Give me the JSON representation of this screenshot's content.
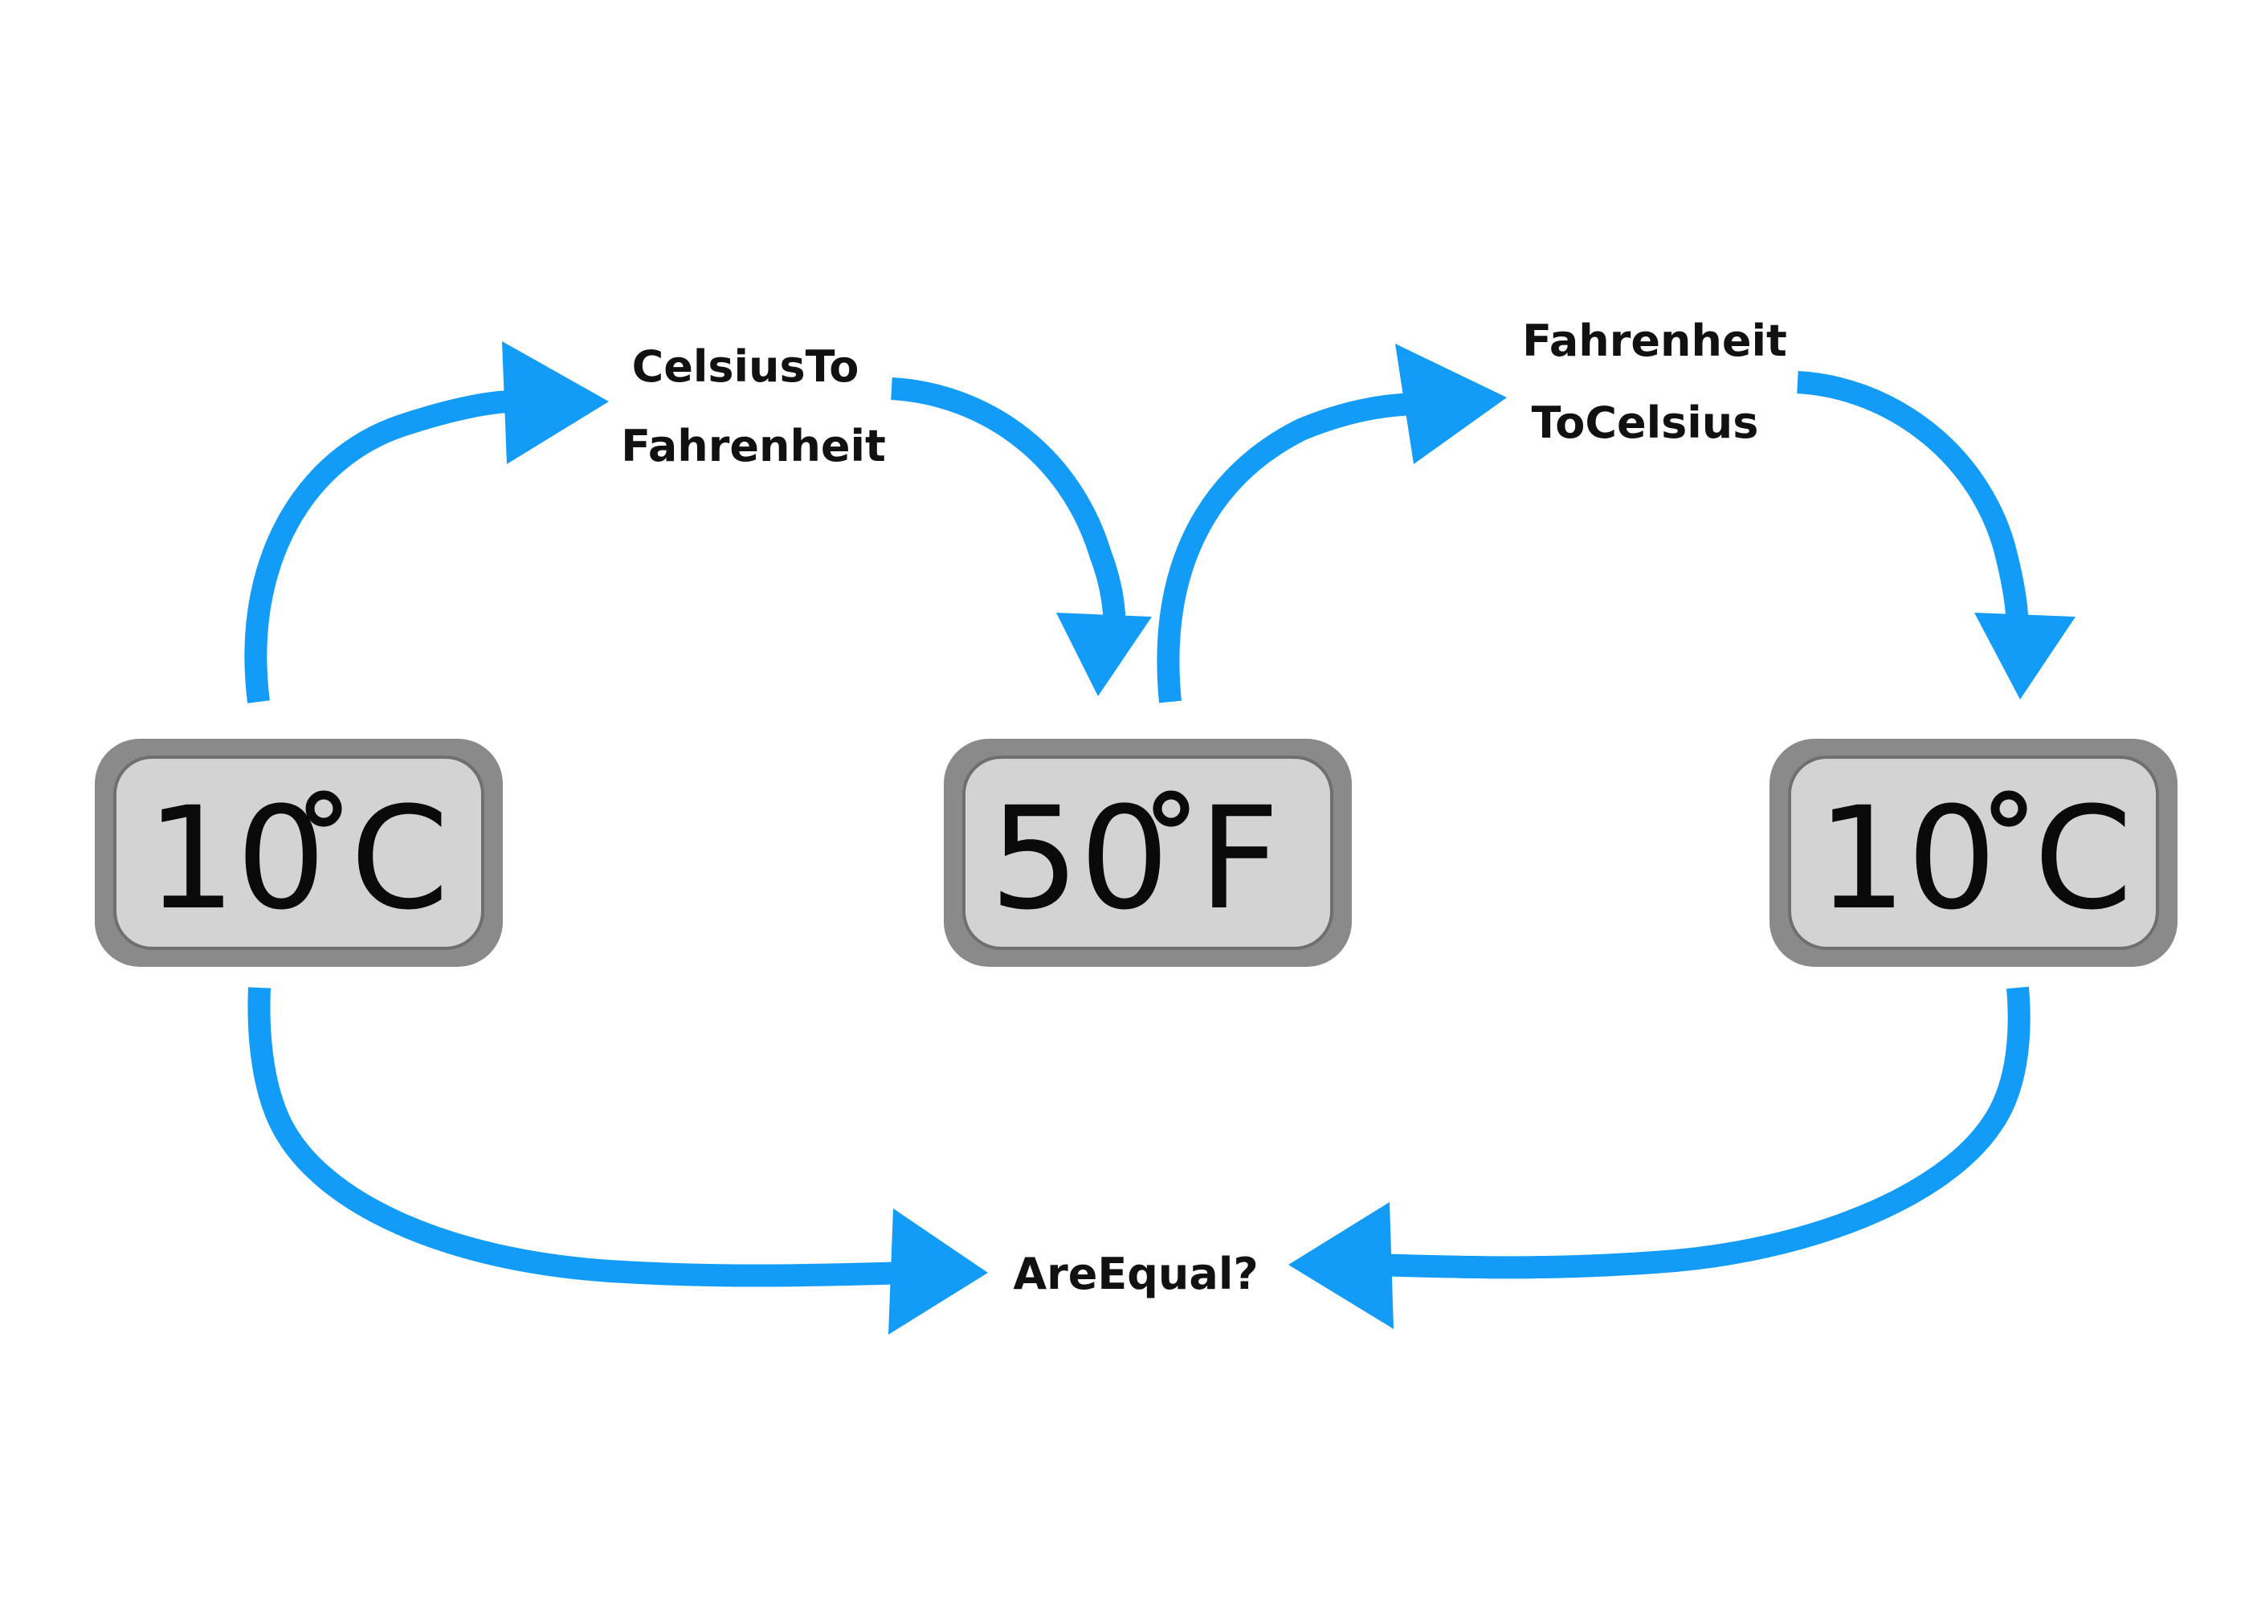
{
  "colors": {
    "arrow": "#139cf7",
    "box_outer": "#8a8a8a",
    "box_inner": "#d3d3d3",
    "text": "#0a0a0a"
  },
  "nodes": {
    "start": {
      "value": "10",
      "unit": "C"
    },
    "middle": {
      "value": "50",
      "unit": "F"
    },
    "end": {
      "value": "10",
      "unit": "C"
    }
  },
  "labels": {
    "c_to_f_line1": "CelsiusTo",
    "c_to_f_line2": "Fahrenheit",
    "f_to_c_line1": "Fahrenheit",
    "f_to_c_line2": "ToCelsius",
    "are_equal": "AreEqual?"
  }
}
